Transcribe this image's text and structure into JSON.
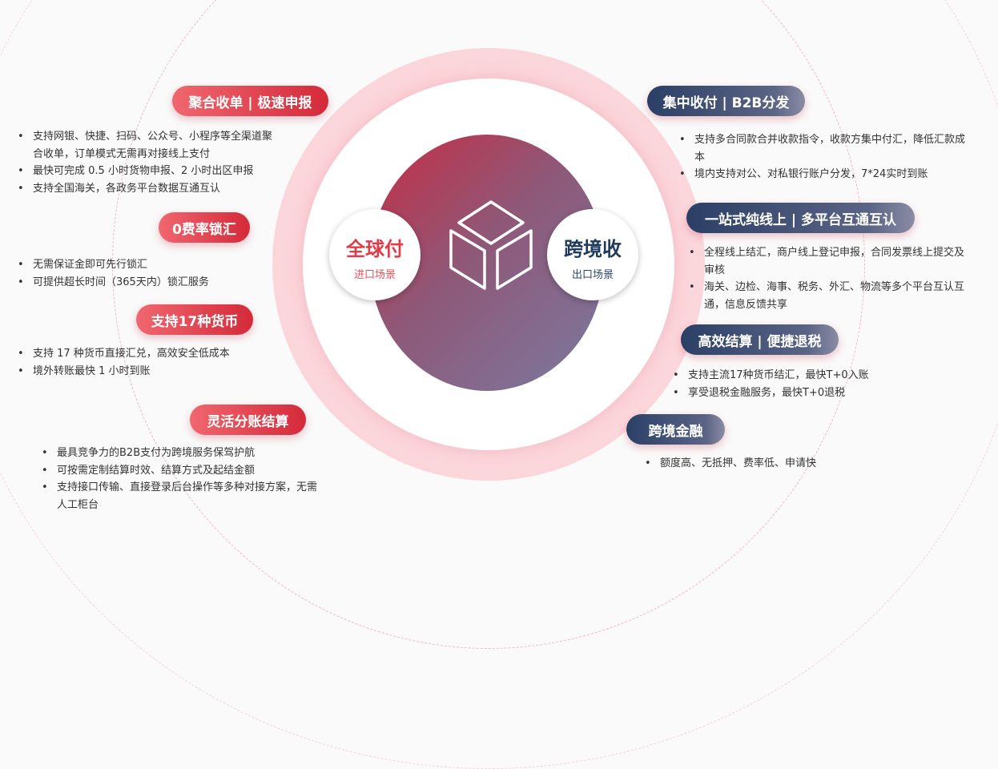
{
  "center": {
    "left_circle": {
      "title": "全球付",
      "subtitle": "进口场景"
    },
    "right_circle": {
      "title": "跨境收",
      "subtitle": "出口场景"
    },
    "icon": "cube-icon"
  },
  "colors": {
    "red": "#e23b48",
    "navy": "#1f3a5f"
  },
  "left": [
    {
      "label": "聚合收单 | 极速申报",
      "bullets": [
        "支持网银、快捷、扫码、公众号、小程序等全渠道聚合收单，订单模式无需再对接线上支付",
        "最快可完成 0.5 小时货物申报、2 小时出区申报",
        "支持全国海关，各政务平台数据互通互认"
      ]
    },
    {
      "label": "0费率锁汇",
      "bullets": [
        "无需保证金即可先行锁汇",
        "可提供超长时间（365天内）锁汇服务"
      ]
    },
    {
      "label": "支持17种货币",
      "bullets": [
        "支持 17 种货币直接汇兑，高效安全低成本",
        "境外转账最快 1 小时到账"
      ]
    },
    {
      "label": "灵活分账结算",
      "bullets": [
        "最具竞争力的B2B支付为跨境服务保驾护航",
        "可按需定制结算时效、结算方式及起结金额",
        "支持接口传输、直接登录后台操作等多种对接方案，无需人工柜台"
      ]
    }
  ],
  "right": [
    {
      "label": "集中收付 | B2B分发",
      "bullets": [
        "支持多合同款合并收款指令，收款方集中付汇，降低汇款成本",
        "境内支持对公、对私银行账户分发，7*24实时到账"
      ]
    },
    {
      "label": "一站式纯线上 | 多平台互通互认",
      "bullets": [
        "全程线上结汇，商户线上登记申报，合同发票线上提交及审核",
        "海关、边检、海事、税务、外汇、物流等多个平台互认互通，信息反馈共享"
      ]
    },
    {
      "label": "高效结算 | 便捷退税",
      "bullets": [
        "支持主流17种货币结汇，最快T+0入账",
        "享受退税金融服务，最快T+0退税"
      ]
    },
    {
      "label": "跨境金融",
      "bullets": [
        "额度高、无抵押、费率低、申请快"
      ]
    }
  ]
}
